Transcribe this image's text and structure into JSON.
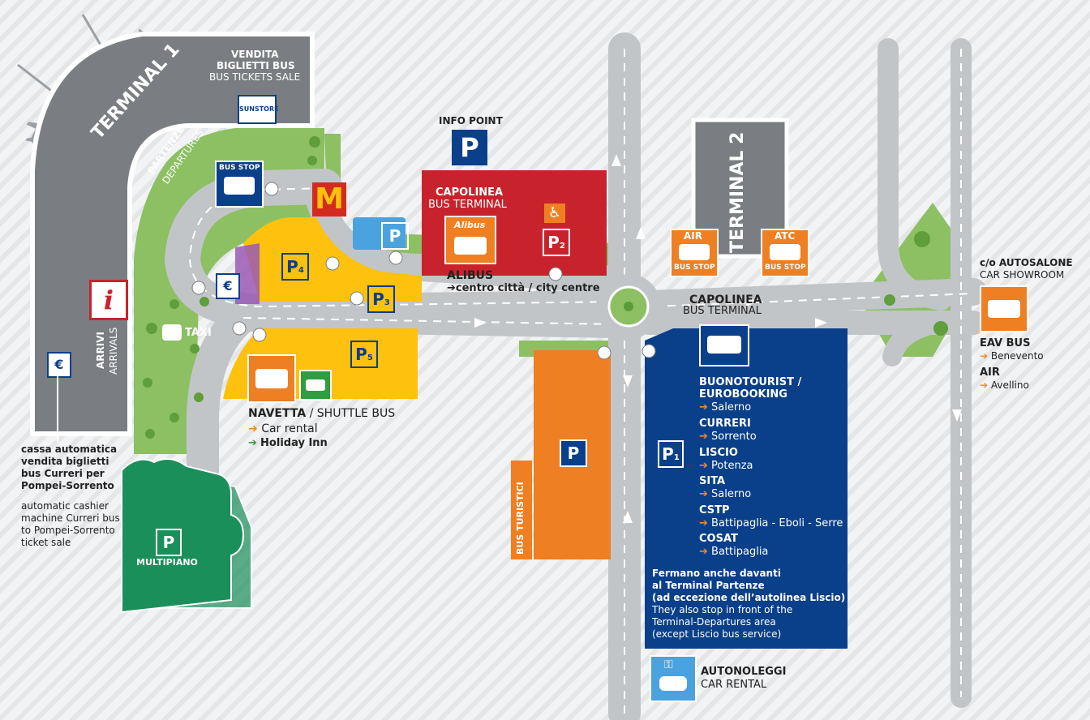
{
  "terminal1": {
    "name": "TERMINAL 1",
    "departures_it": "PARTENZE",
    "departures_en": "DEPARTURES",
    "arrivals_it": "ARRIVI",
    "arrivals_en": "ARRIVALS"
  },
  "terminal2": {
    "name": "TERMINAL 2"
  },
  "ticket_sale": {
    "it1": "VENDITA",
    "it2": "BIGLIETTI BUS",
    "en": "BUS TICKETS SALE",
    "shop_logo": "SUNSTORE"
  },
  "bus_stop_t1": {
    "label": "BUS STOP"
  },
  "info_point": {
    "label": "INFO POINT",
    "sign": "P"
  },
  "capolinea_top": {
    "it": "CAPOLINEA",
    "en": "BUS TERMINAL",
    "alibus_logo": "Alibus",
    "p2": "P",
    "p2_sub": "2"
  },
  "alibus": {
    "name": "ALIBUS",
    "dest": "centro città / city centre",
    "arrow": "➔"
  },
  "parking": {
    "p4": "P",
    "p4_sub": "4",
    "p3": "P",
    "p3_sub": "3",
    "p5": "P",
    "p5_sub": "5",
    "p1": "P",
    "p1_sub": "1",
    "generic": "P",
    "multipiano": "MULTIPIANO"
  },
  "taxi": {
    "label": "TAXI"
  },
  "navetta": {
    "title_bold": "NAVETTA",
    "title_rest": "/ SHUTTLE BUS",
    "items": [
      {
        "arrow": "➔",
        "text": "Car rental"
      },
      {
        "arrow": "➔",
        "text": "Holiday Inn"
      }
    ]
  },
  "cashier": {
    "it": [
      "cassa automatica",
      "vendita biglietti",
      "bus Curreri per",
      "Pompei-Sorrento"
    ],
    "en": [
      "automatic cashier",
      "machine Curreri bus",
      "to Pompei-Sorrento",
      "ticket sale"
    ]
  },
  "stops_t2": [
    {
      "name": "AIR",
      "sub": "BUS STOP"
    },
    {
      "name": "ATC",
      "sub": "BUS STOP"
    }
  ],
  "capolinea_mid": {
    "it": "CAPOLINEA",
    "en": "BUS TERMINAL"
  },
  "autosalone": {
    "it": "c/o AUTOSALONE",
    "en": "CAR SHOWROOM"
  },
  "eav": [
    {
      "name": "EAV BUS",
      "dest": "Benevento"
    },
    {
      "name": "AIR",
      "dest": "Avellino"
    }
  ],
  "bus_turistici": {
    "label": "BUS TURISTICI"
  },
  "bus_lines": [
    {
      "name": "BUONOTOURIST /",
      "name2": "EUROBOOKING",
      "dest": "Salerno"
    },
    {
      "name": "CURRERI",
      "dest": "Sorrento"
    },
    {
      "name": "LISCIO",
      "dest": "Potenza"
    },
    {
      "name": "SITA",
      "dest": "Salerno"
    },
    {
      "name": "CSTP",
      "dest": "Battipaglia - Eboli - Serre"
    },
    {
      "name": "COSAT",
      "dest": "Battipaglia"
    }
  ],
  "bus_note": {
    "it": [
      "Fermano anche davanti",
      "al Terminal Partenze",
      "(ad eccezione dell’autolinea Liscio)"
    ],
    "en": [
      "They also stop in front of the",
      "Terminal-Departures area",
      "(except Liscio bus service)"
    ]
  },
  "car_rental": {
    "it": "AUTONOLEGGI",
    "en": "CAR RENTAL"
  },
  "colors": {
    "road": "#c2c5c8",
    "terminal": "#7a7e82",
    "green": "#8cc063",
    "red": "#c8232c",
    "navy": "#0a3f8a",
    "orange": "#ee7f22",
    "yellow": "#fdc10e",
    "multipiano": "#1a8f5a",
    "lightblue": "#4aa3df"
  },
  "icons": [
    "plane-icon",
    "bus-icon",
    "info-icon",
    "euro-icon",
    "mcdonalds-icon",
    "wheelchair-icon",
    "bike-icon",
    "car-icon",
    "key-icon",
    "taxi-icon"
  ]
}
